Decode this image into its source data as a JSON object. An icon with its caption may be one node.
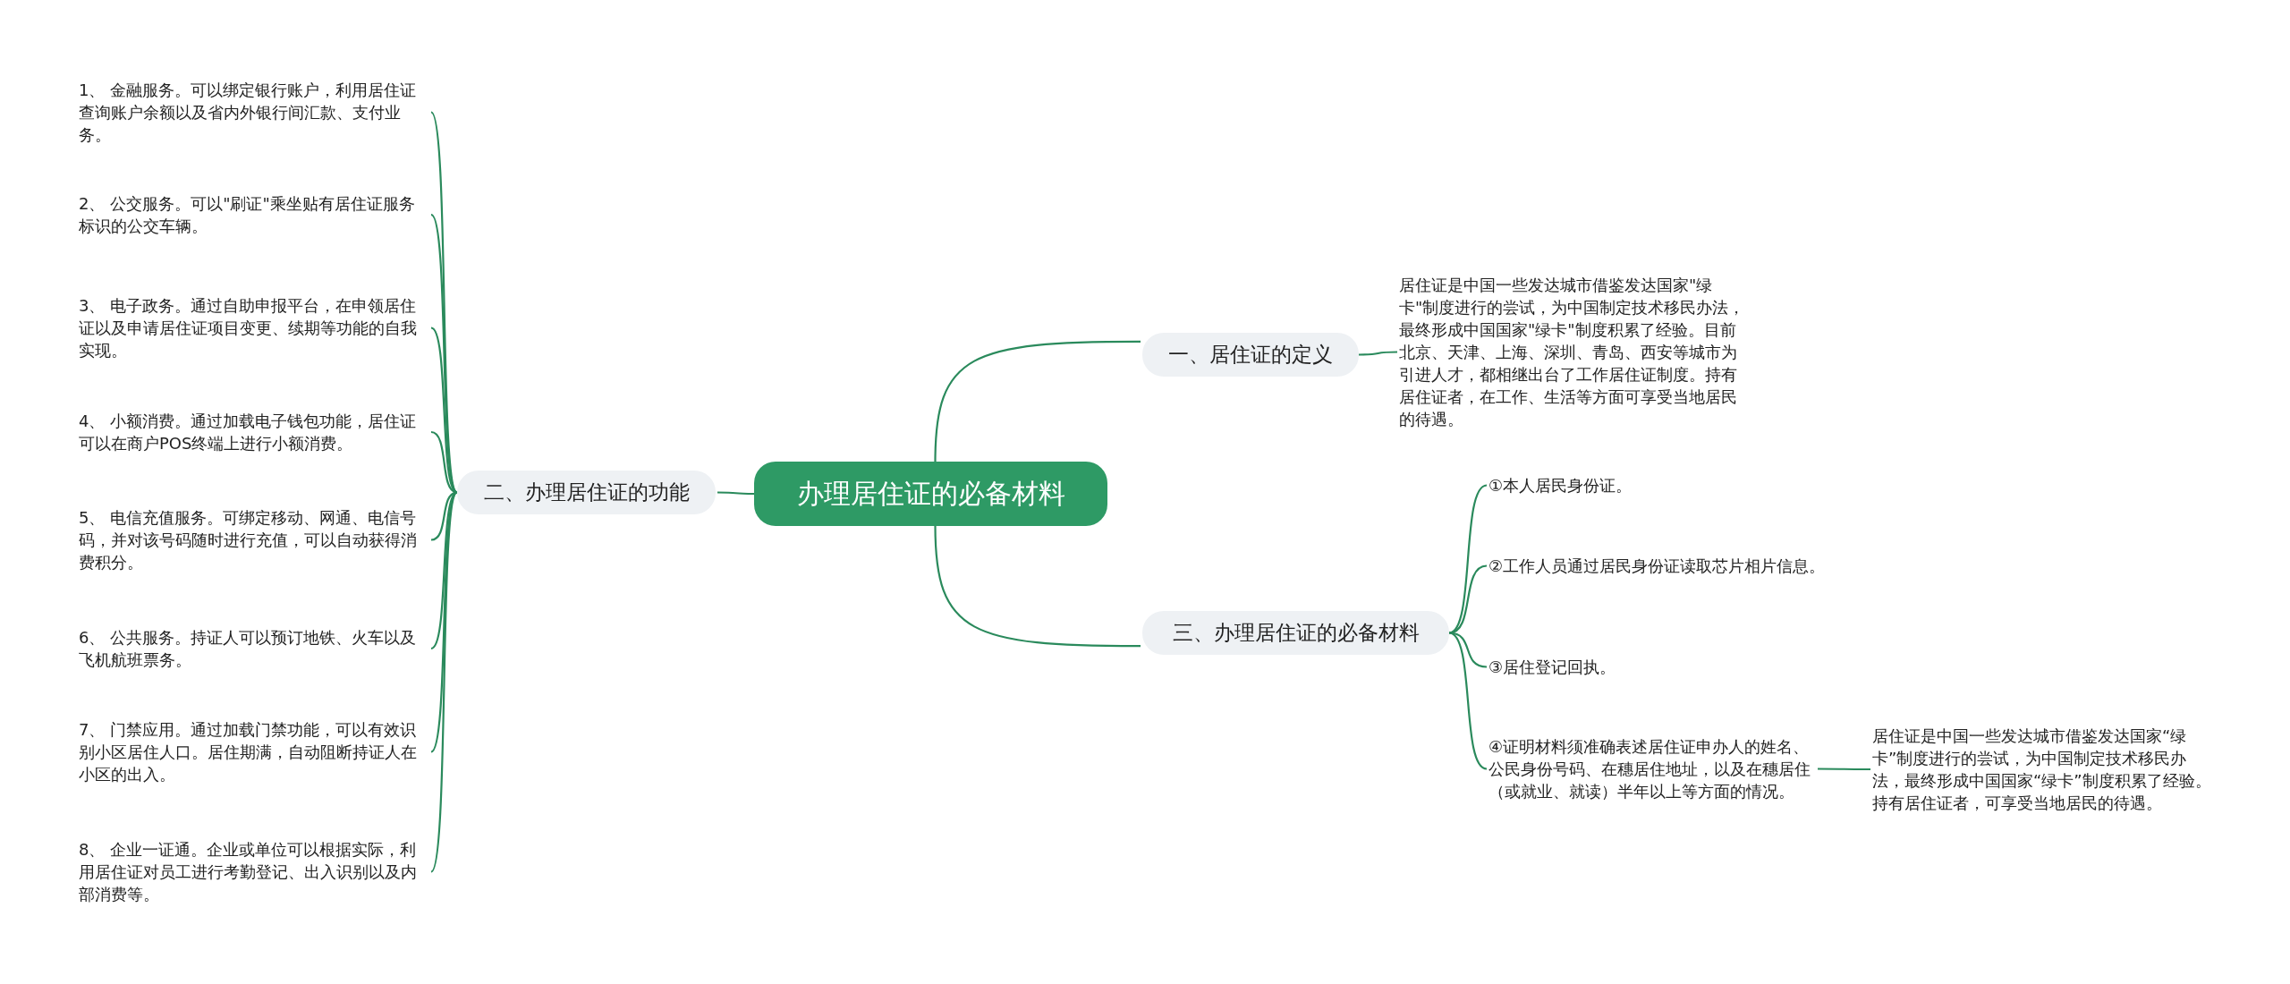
{
  "diagram": {
    "nodes": [
      {
        "text": [
          "办理居住证的必备材料"
        ]
      },
      {
        "text": [
          "一、居住证的定义"
        ]
      },
      {
        "text": [
          "居住证是中国一些发达城市借鉴发达国家\"绿卡\"制度进行的尝试，为中国制定技术移民办法，最终形成中国国家\"绿卡\"制度积累了经验。目前北京、天津、上海、深圳、青岛、西安等城市为引进人才，都相继出台了工作居住证制度。持有居住证者，在工作、生活等方面可享受当地居民的待遇。"
        ]
      },
      {
        "text": [
          "二、办理居住证的功能"
        ]
      },
      {
        "text": [
          "1、 金融服务。可以绑定银行账户，利用居住证查询账户余额以及省内外银行间汇款、支付业务。"
        ]
      },
      {
        "text": [
          "2、 公交服务。可以\"刷证\"乘坐贴有居住证服务标识的公交车辆。"
        ]
      },
      {
        "text": [
          "3、 电子政务。通过自助申报平台，在申领居住证以及申请居住证项目变更、续期等功能的自我实现。"
        ]
      },
      {
        "text": [
          "4、 小额消费。通过加载电子钱包功能，居住证可以在商户POS终端上进行小额消费。"
        ]
      },
      {
        "text": [
          "5、 电信充值服务。可绑定移动、网通、电信号码，并对该号码随时进行充值，可以自动获得消费积分。"
        ]
      },
      {
        "text": [
          "6、 公共服务。持证人可以预订地铁、火车以及飞机航班票务。"
        ]
      },
      {
        "text": [
          "7、 门禁应用。通过加载门禁功能，可以有效识别小区居住人口。居住期满，自动阻断持证人在小区的出入。"
        ]
      },
      {
        "text": [
          "8、 企业一证通。企业或单位可以根据实际，利用居住证对员工进行考勤登记、出入识别以及内部消费等。"
        ]
      },
      {
        "text": [
          "三、办理居住证的必备材料"
        ]
      },
      {
        "text": [
          "①本人居民身份证。"
        ]
      },
      {
        "text": [
          "②工作人员通过居民身份证读取芯片相片信息。"
        ]
      },
      {
        "text": [
          "③居住登记回执。"
        ]
      },
      {
        "text": [
          "④证明材料须准确表述居住证申办人的姓名、公民身份号码、在穗居住地址，以及在穗居住（或就业、就读）半年以上等方面的情况。"
        ]
      },
      {
        "text": [
          "居住证是中国一些发达城市借鉴发达国家“绿卡”制度进行的尝试，为中国制定技术移民办法，最终形成中国国家“绿卡”制度积累了经验。持有居住证者，可享受当地居民的待遇。"
        ]
      }
    ],
    "edges": [
      {
        "from": 0,
        "to": 1,
        "arrow": "none"
      },
      {
        "from": 1,
        "to": 2,
        "arrow": "none"
      },
      {
        "from": 0,
        "to": 3,
        "arrow": "none"
      },
      {
        "from": 3,
        "to": 4,
        "arrow": "none"
      },
      {
        "from": 3,
        "to": 5,
        "arrow": "none"
      },
      {
        "from": 3,
        "to": 6,
        "arrow": "none"
      },
      {
        "from": 3,
        "to": 7,
        "arrow": "none"
      },
      {
        "from": 3,
        "to": 8,
        "arrow": "none"
      },
      {
        "from": 3,
        "to": 9,
        "arrow": "none"
      },
      {
        "from": 3,
        "to": 10,
        "arrow": "none"
      },
      {
        "from": 3,
        "to": 11,
        "arrow": "none"
      },
      {
        "from": 0,
        "to": 12,
        "arrow": "none"
      },
      {
        "from": 12,
        "to": 13,
        "arrow": "none"
      },
      {
        "from": 12,
        "to": 14,
        "arrow": "none"
      },
      {
        "from": 12,
        "to": 15,
        "arrow": "none"
      },
      {
        "from": 12,
        "to": 16,
        "arrow": "none"
      },
      {
        "from": 16,
        "to": 17,
        "arrow": "none"
      }
    ]
  }
}
